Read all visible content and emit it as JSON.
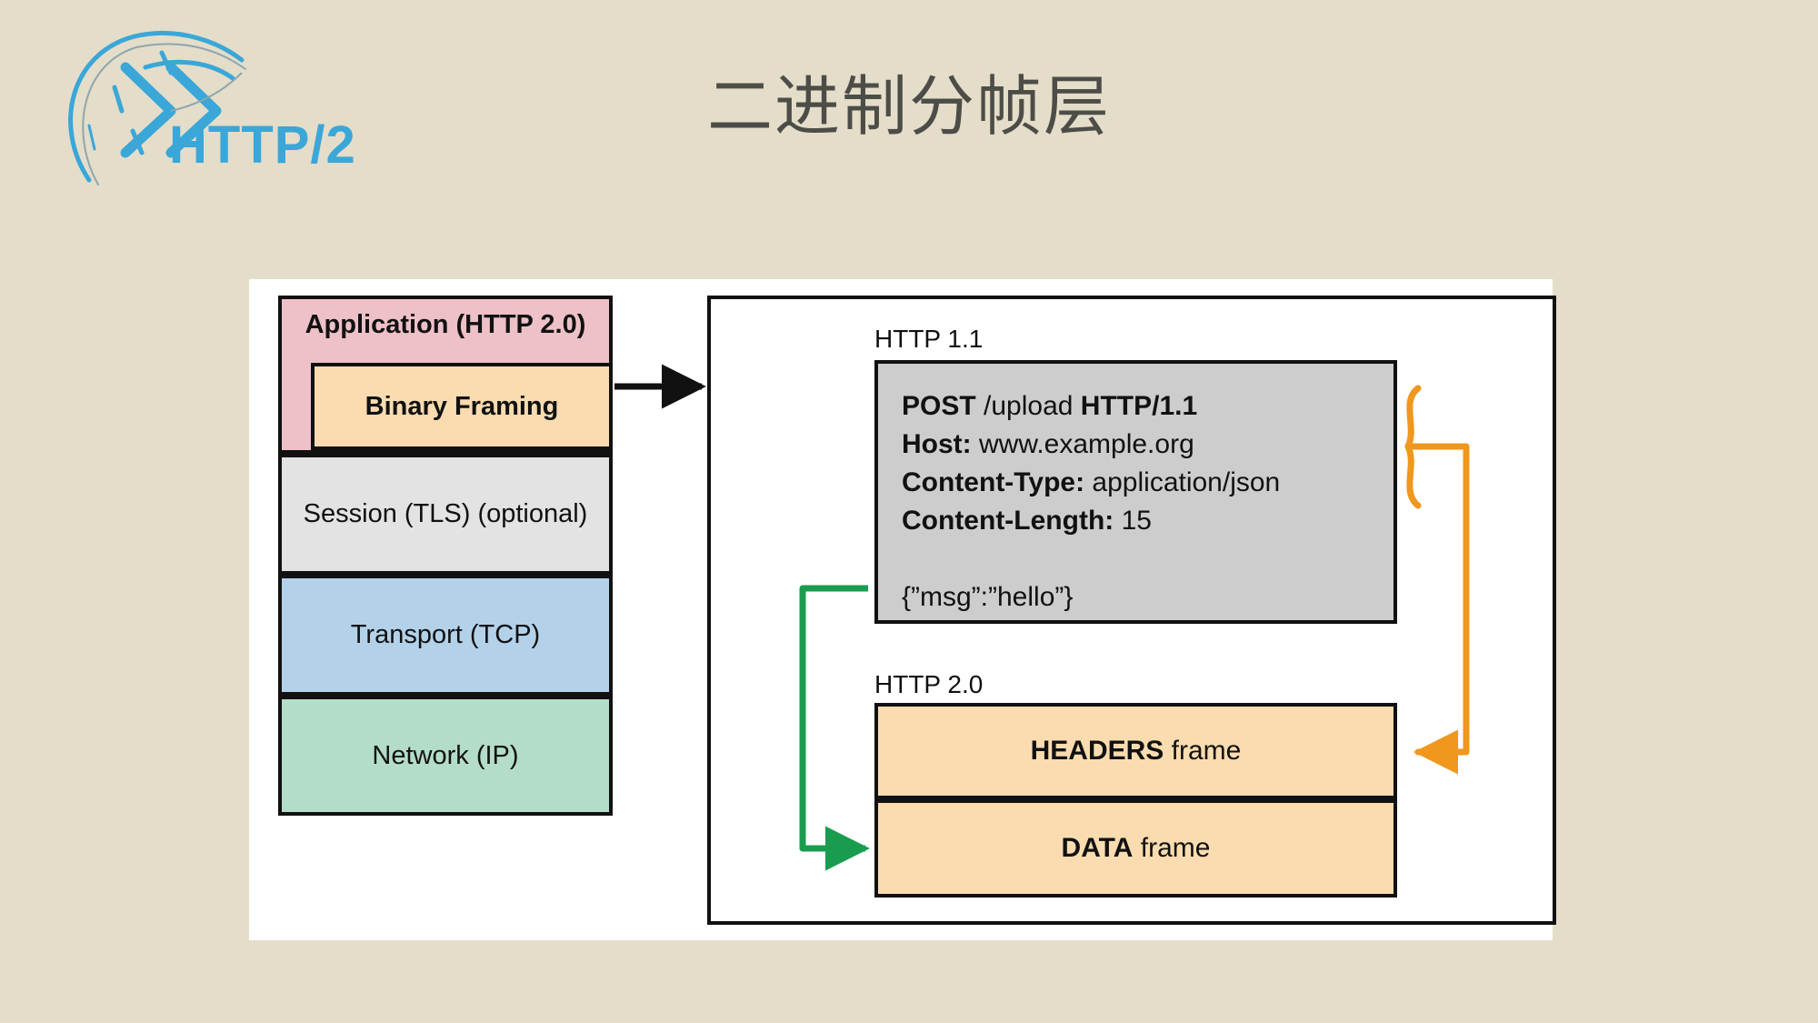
{
  "logo": {
    "wordmark": "HTTP/2",
    "icon_name": "http2-globe-logo",
    "color": "#3aa7d8"
  },
  "title": "二进制分帧层",
  "colors": {
    "background": "#e4ddc9",
    "canvas": "#ffffff",
    "application_layer": "#eec0c8",
    "binary_framing": "#fbdcb0",
    "session_layer": "#e3e3e3",
    "transport_layer": "#b3d2ea",
    "network_layer": "#b3ddc8",
    "http11_box": "#cdcdcd",
    "frame_fill": "#fbdcb0",
    "stroke": "#111111",
    "headers_connector": "#f0971e",
    "data_connector": "#1a9c4e",
    "title_text": "#4d4d48"
  },
  "stack": {
    "layers": [
      {
        "label": "Application (HTTP 2.0)",
        "name": "application"
      },
      {
        "label": "Binary Framing",
        "name": "binary-framing"
      },
      {
        "label": "Session (TLS) (optional)",
        "name": "session"
      },
      {
        "label": "Transport (TCP)",
        "name": "transport"
      },
      {
        "label": "Network (IP)",
        "name": "network"
      }
    ]
  },
  "panel": {
    "http11": {
      "caption": "HTTP 1.1",
      "lines": [
        {
          "bold": "POST",
          "rest": " /upload ",
          "bold2": "HTTP/1.1"
        },
        {
          "bold": "Host:",
          "rest": " www.example.org"
        },
        {
          "bold": "Content-Type:",
          "rest": " application/json"
        },
        {
          "bold": "Content-Length:",
          "rest": " 15"
        }
      ],
      "body": "{”msg”:”hello”}"
    },
    "http20": {
      "caption": "HTTP 2.0",
      "frames": [
        {
          "bold": "HEADERS",
          "rest": " frame",
          "name": "headers-frame"
        },
        {
          "bold": "DATA",
          "rest": " frame",
          "name": "data-frame"
        }
      ]
    }
  },
  "connectors": [
    {
      "name": "stack-to-panel-arrow",
      "color": "#111111",
      "from": "Binary Framing",
      "to": "panel"
    },
    {
      "name": "headers-brace-connector",
      "color": "#f0971e",
      "from": "HTTP 1.1 headers",
      "to": "HEADERS frame"
    },
    {
      "name": "body-to-data-connector",
      "color": "#1a9c4e",
      "from": "HTTP 1.1 body",
      "to": "DATA frame"
    }
  ]
}
